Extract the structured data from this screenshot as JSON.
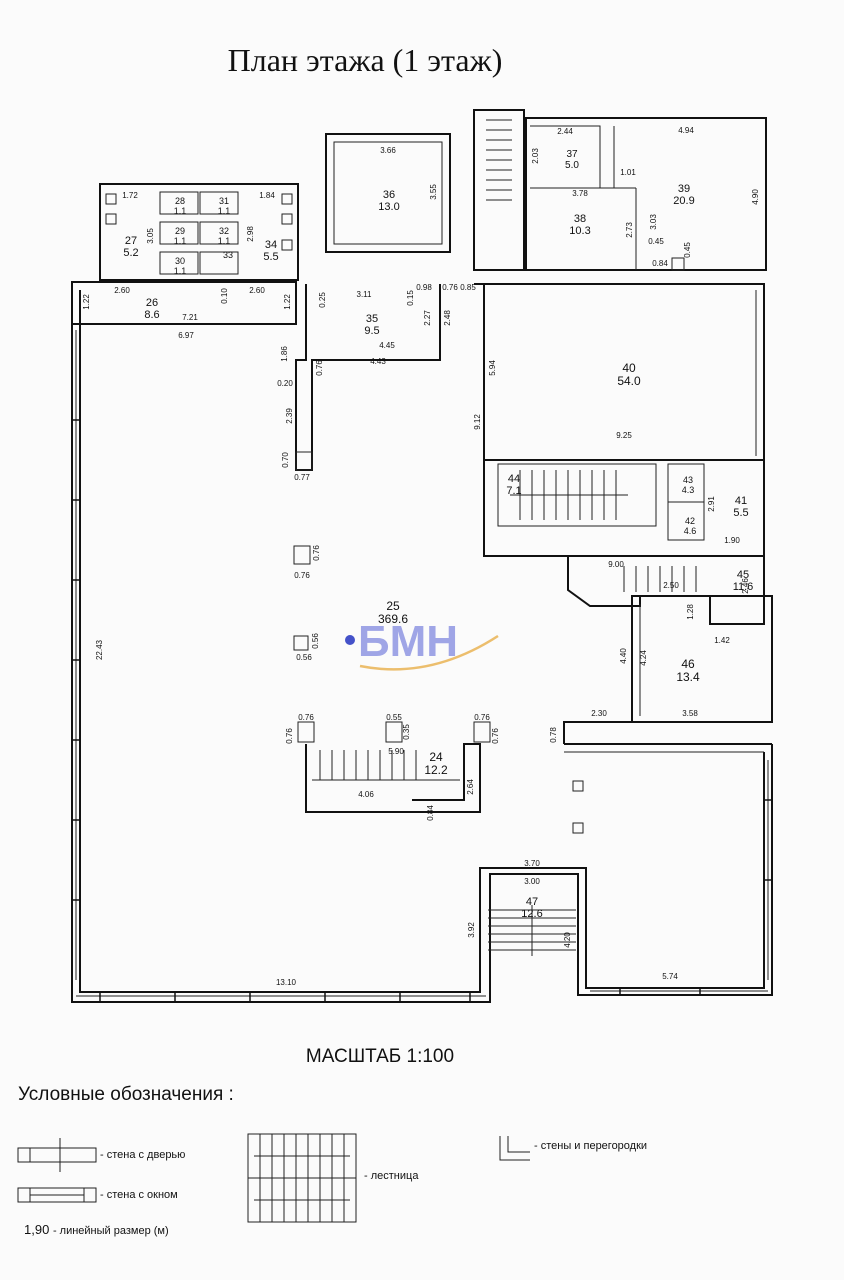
{
  "title": "План этажа (1 этаж)",
  "scale": "МАСШТАБ 1:100",
  "logo_text": "БМН",
  "rooms": [
    {
      "num": "36",
      "area": "13.0"
    },
    {
      "num": "37",
      "area": "5.0"
    },
    {
      "num": "38",
      "area": "10.3"
    },
    {
      "num": "39",
      "area": "20.9"
    },
    {
      "num": "27",
      "area": "5.2"
    },
    {
      "num": "28",
      "area": "1.1"
    },
    {
      "num": "29",
      "area": "1.1"
    },
    {
      "num": "30",
      "area": "1.1"
    },
    {
      "num": "31",
      "area": "1.1"
    },
    {
      "num": "32",
      "area": "1.1"
    },
    {
      "num": "33",
      "area": ""
    },
    {
      "num": "34",
      "area": "5.5"
    },
    {
      "num": "26",
      "area": "8.6"
    },
    {
      "num": "35",
      "area": "9.5"
    },
    {
      "num": "40",
      "area": "54.0"
    },
    {
      "num": "44",
      "area": "7.1"
    },
    {
      "num": "41",
      "area": "5.5"
    },
    {
      "num": "43",
      "area": "4.3"
    },
    {
      "num": "42",
      "area": "4.6"
    },
    {
      "num": "45",
      "area": "11.6"
    },
    {
      "num": "25",
      "area": "369.6"
    },
    {
      "num": "46",
      "area": "13.4"
    },
    {
      "num": "24",
      "area": "12.2"
    },
    {
      "num": "47",
      "area": "12.6"
    }
  ],
  "dimensions": [
    "3.66",
    "3.55",
    "2.44",
    "2.03",
    "1.01",
    "3.78",
    "2.73",
    "3.03",
    "4.94",
    "4.90",
    "0.45",
    "0.45",
    "0.84",
    "1.72",
    "1.84",
    "3.05",
    "2.98",
    "2.60",
    "2.60",
    "1.22",
    "0.10",
    "1.22",
    "7.21",
    "6.97",
    "3.11",
    "0.98",
    "0.15",
    "0.25",
    "2.27",
    "2.48",
    "4.45",
    "4.43",
    "1.86",
    "0.76",
    "0.20",
    "2.39",
    "0.70",
    "0.77",
    "5.94",
    "9.12",
    "9.25",
    "2.91",
    "1.90",
    "9.00",
    "2.50",
    "2.46",
    "1.28",
    "1.42",
    "4.40",
    "4.24",
    "3.58",
    "2.30",
    "0.78",
    "22.43",
    "0.76",
    "0.76",
    "0.56",
    "0.56",
    "0.76",
    "0.55",
    "0.76",
    "0.76",
    "0.35",
    "0.76",
    "5.90",
    "4.06",
    "2.64",
    "0.84",
    "3.70",
    "3.00",
    "3.92",
    "4.20",
    "13.10",
    "5.74",
    "0.76",
    "0.85"
  ],
  "legend": {
    "title": "Условные обозначения :",
    "door_wall": "- стена с дверью",
    "window_wall": "- стена с окном",
    "stairs": "- лестница",
    "walls": "- стены и перегородки",
    "dim_value": "1,90",
    "dim_text": "- линейный размер (м)"
  }
}
